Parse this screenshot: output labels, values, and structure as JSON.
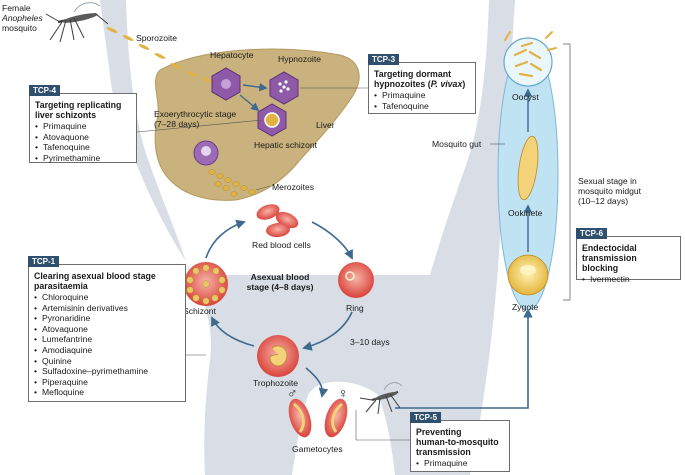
{
  "mosquito_label": [
    "Female",
    "Anopheles",
    "mosquito"
  ],
  "liver_labels": {
    "sporozoite": "Sporozoite",
    "hepatocyte": "Hepatocyte",
    "hypnozoite": "Hypnozoite",
    "exoerythrocytic": [
      "Exoerythrocytic stage",
      "(7–28 days)"
    ],
    "liver": "Liver",
    "hepatic_schizont": "Hepatic schizont"
  },
  "blood_labels": {
    "merozoites": "Merozoites",
    "red_blood_cells": "Red blood cells",
    "asexual_stage": [
      "Asexual blood",
      "stage (4–8 days)"
    ],
    "ring": "Ring",
    "schizont": "Schizont",
    "trophozoite": "Trophozoite",
    "days_3_10": "3–10 days",
    "gametocytes": "Gametocytes",
    "male_symbol": "♂",
    "female_symbol": "♀"
  },
  "mosquito_stage_labels": {
    "oocyst": "Oocyst",
    "mosquito_gut": "Mosquito gut",
    "ookinete": "Ookinete",
    "zygote": "Zygote",
    "sexual_stage": [
      "Sexual stage in",
      "mosquito midgut",
      "(10–12 days)"
    ]
  },
  "tcp_boxes": {
    "tcp4": {
      "tag": "TCP-4",
      "heading": [
        "Targeting replicating",
        "liver schizonts"
      ],
      "drugs": [
        "Primaquine",
        "Atovaquone",
        "Tafenoquine",
        "Pyrimethamine"
      ]
    },
    "tcp3": {
      "tag": "TCP-3",
      "heading": [
        "Targeting dormant",
        "hypnozoites (P. vivax)"
      ],
      "drugs": [
        "Primaquine",
        "Tafenoquine"
      ]
    },
    "tcp1": {
      "tag": "TCP-1",
      "heading": [
        "Clearing asexual blood stage",
        "parasitaemia"
      ],
      "drugs": [
        "Chloroquine",
        "Artemisinin derivatives",
        "Pyronaridine",
        "Atovaquone",
        "Lumefantrine",
        "Amodiaquine",
        "Quinine",
        "Sulfadoxine–pyrimethamine",
        "Piperaquine",
        "Mefloquine"
      ]
    },
    "tcp6": {
      "tag": "TCP-6",
      "heading": [
        "Endectocidal",
        "transmission blocking"
      ],
      "drugs": [
        "Ivermectin"
      ]
    },
    "tcp5": {
      "tag": "TCP-5",
      "heading": [
        "Preventing",
        "human-to-mosquito",
        "transmission"
      ],
      "drugs": [
        "Primaquine"
      ]
    }
  },
  "colors": {
    "body_silhouette": "#d9dee6",
    "liver": "#c9b27d",
    "rbc": "#d9433b",
    "tcp_tag": "#2f4f6f",
    "mosquito_gut": "#bfe3f3",
    "arrows": "#3d6a8e"
  }
}
